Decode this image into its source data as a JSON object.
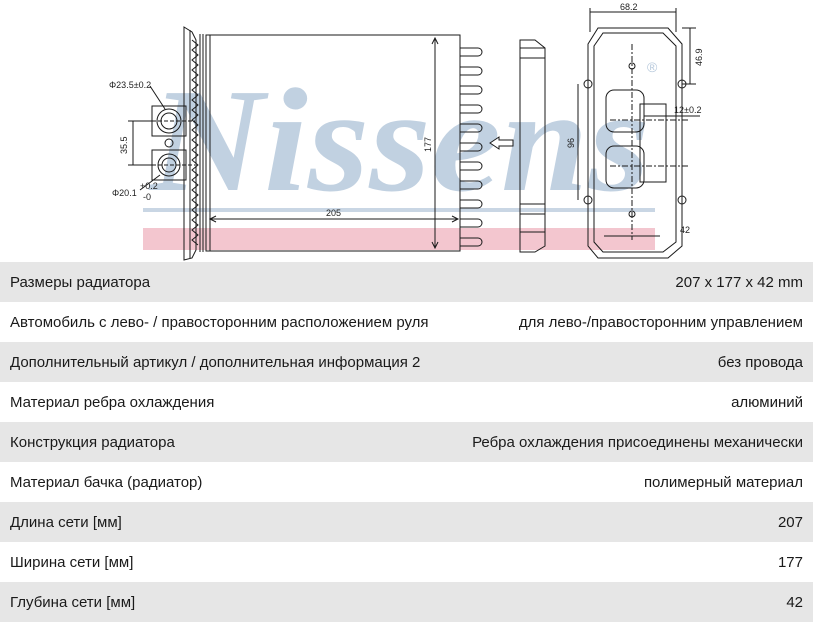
{
  "watermark": {
    "brand": "Nissens",
    "registered_mark": "®"
  },
  "drawing": {
    "dims": {
      "inlet_diameter": "Φ23.5±0.2",
      "outlet_diameter": "Φ20.1",
      "outlet_tol_upper": "+0.2",
      "outlet_tol_lower": "-0",
      "port_spacing": "35.5",
      "core_height": "177",
      "core_length": "205",
      "side_width": "68.2",
      "side_top_offset": "46.9",
      "flange_thickness": "12±0.2",
      "mount_spacing": "96",
      "core_depth": "42"
    }
  },
  "specs": [
    {
      "label": "Размеры радиатора",
      "value": "207 x 177 x 42 mm"
    },
    {
      "label": "Автомобиль с лево- / правосторонним расположением руля",
      "value": "для лево-/правосторонним управлением"
    },
    {
      "label": "Дополнительный артикул / дополнительная информация 2",
      "value": "без провода"
    },
    {
      "label": "Материал ребра охлаждения",
      "value": "алюминий"
    },
    {
      "label": "Конструкция радиатора",
      "value": "Ребра охлаждения присоединены механически"
    },
    {
      "label": "Материал бачка (радиатор)",
      "value": "полимерный материал"
    },
    {
      "label": "Длина сети [мм]",
      "value": "207"
    },
    {
      "label": "Ширина сети [мм]",
      "value": "177"
    },
    {
      "label": "Глубина сети [мм]",
      "value": "42"
    }
  ],
  "colors": {
    "watermark_blue": "#b7c9dc",
    "watermark_pink": "#f3c6cf",
    "row_shade": "#e6e6e6",
    "line": "#1a1a1a"
  }
}
